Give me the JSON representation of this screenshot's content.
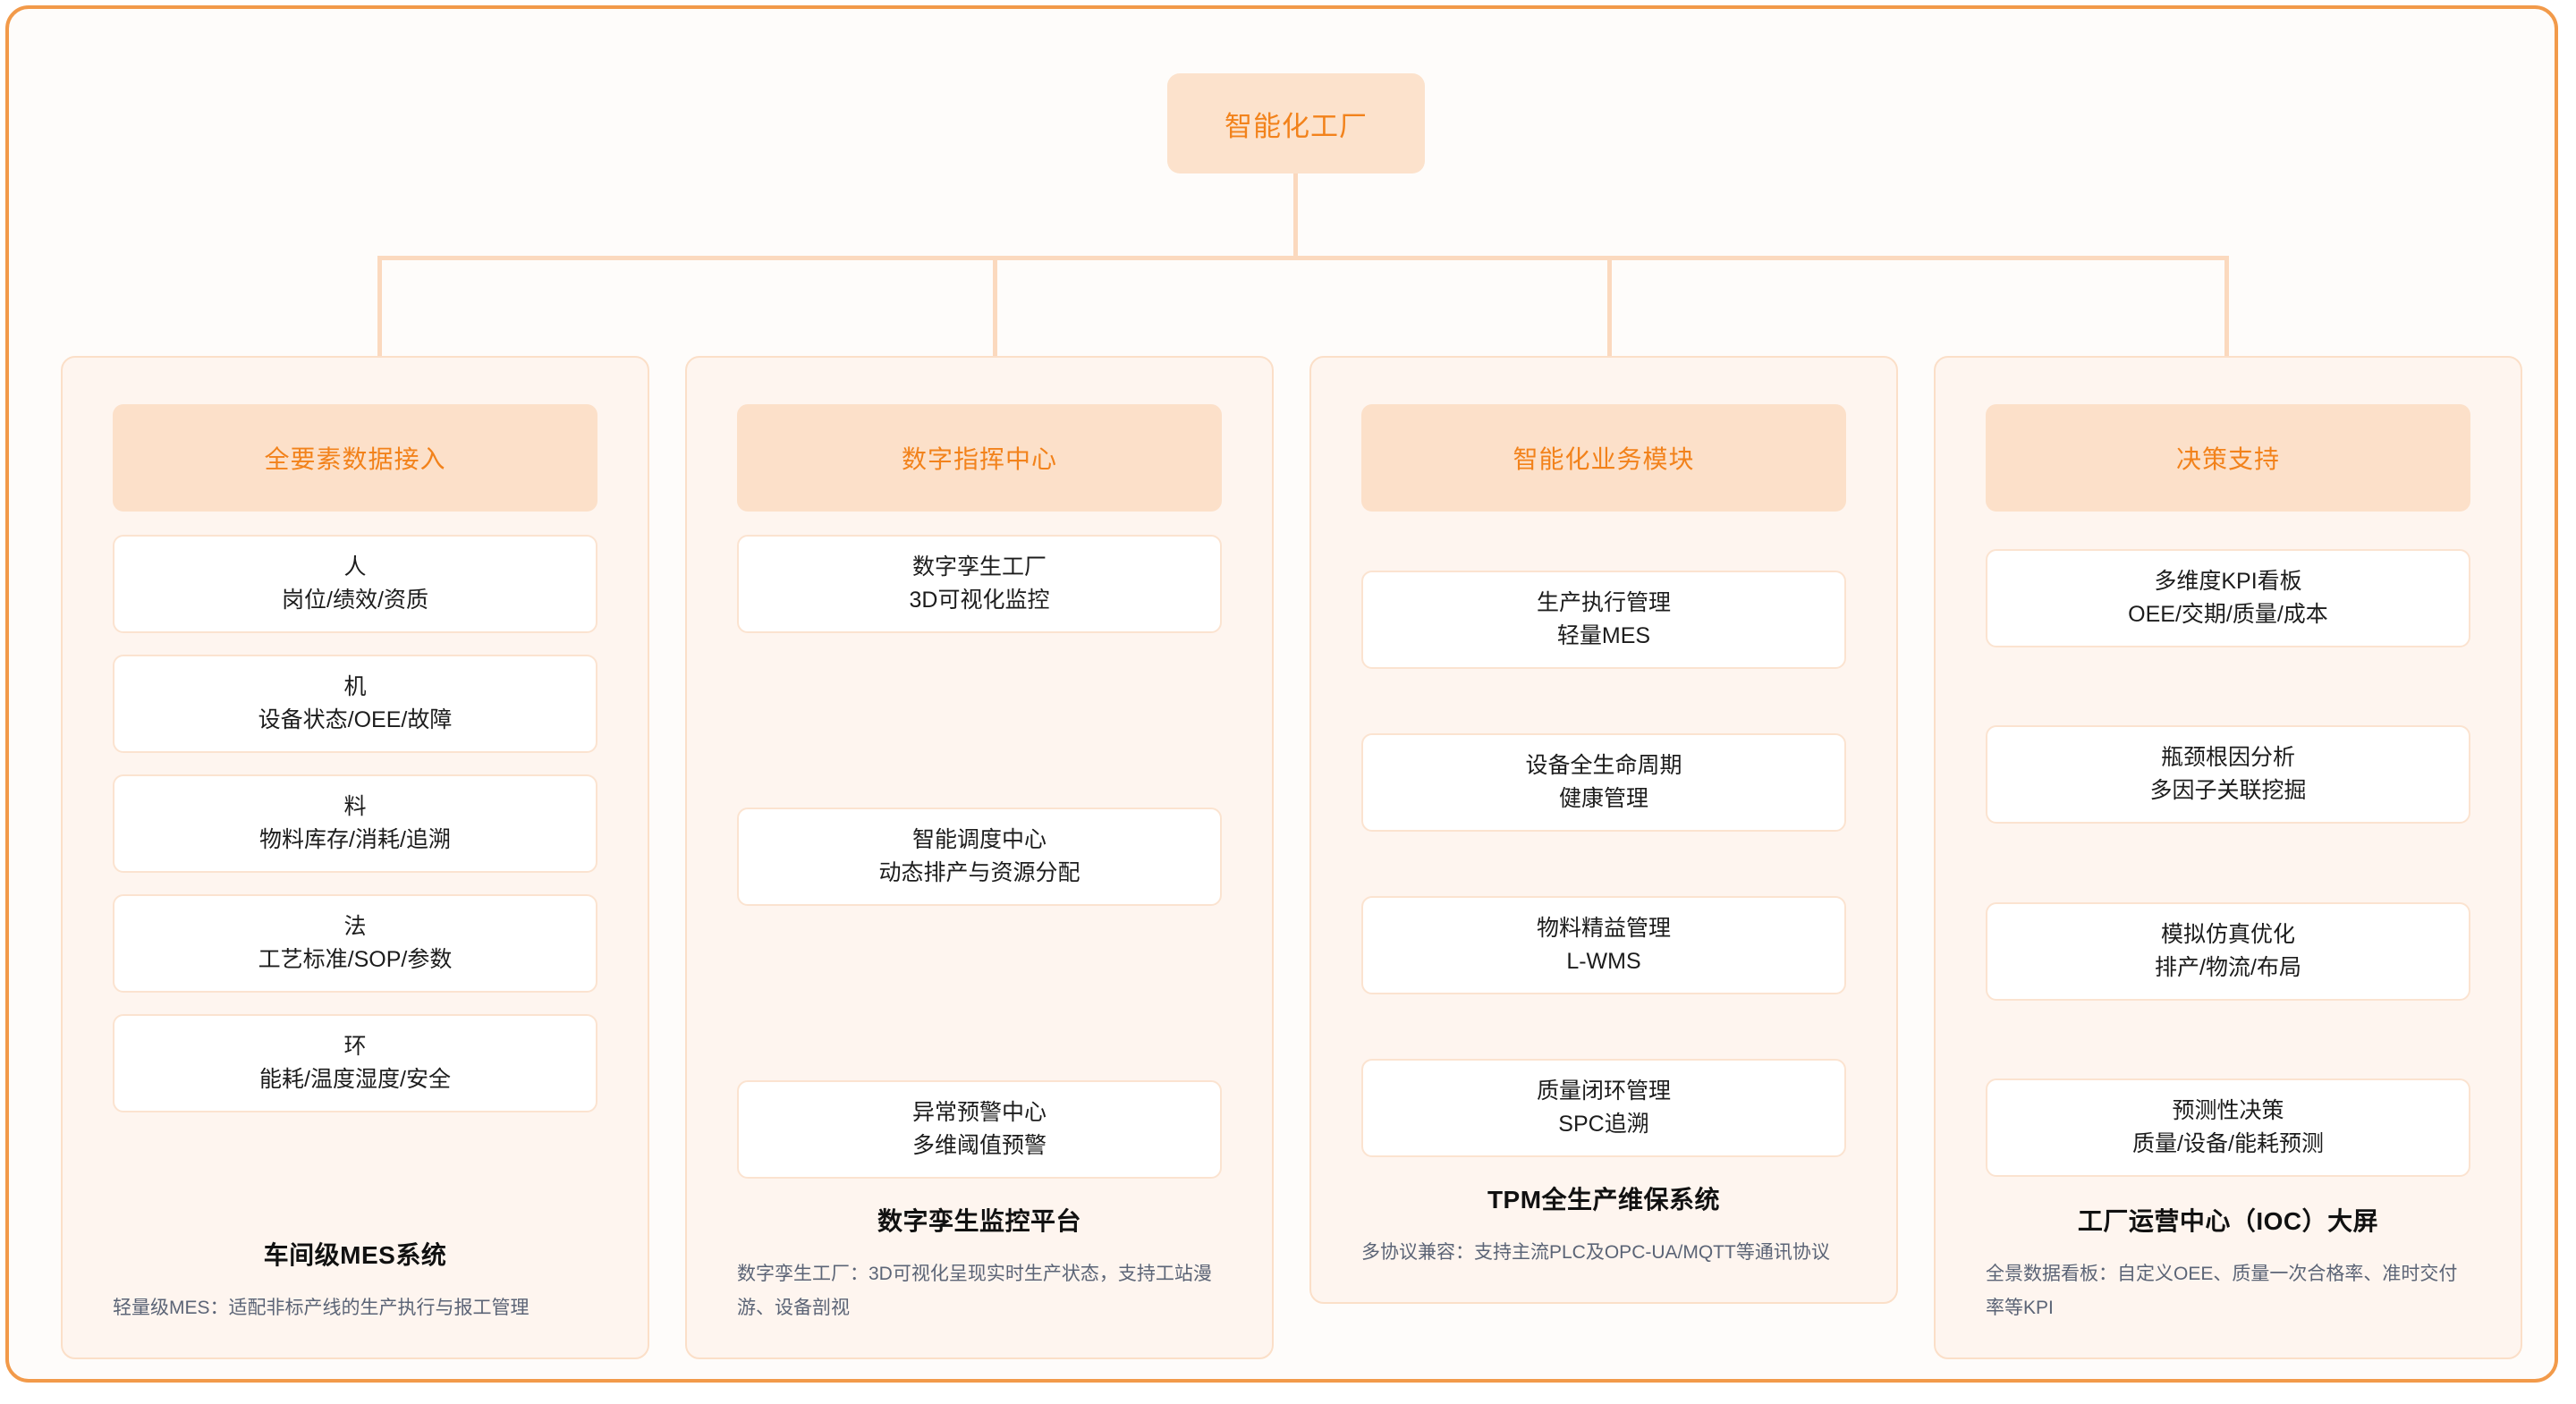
{
  "root": {
    "label": "智能化工厂"
  },
  "colors": {
    "accent": "#F2821B",
    "header_bg": "#FCE0C9",
    "panel_bg": "#FEF5EF",
    "panel_border": "#FBDFC8",
    "card_bg": "#FFFFFF",
    "card_border": "#FBE3D0",
    "connector": "#FBD9BE",
    "page_border": "#F29A4A",
    "body_text": "#1C1C1C",
    "desc_text": "#5B6476"
  },
  "columns": [
    {
      "header": "全要素数据接入",
      "items": [
        {
          "line1": "人",
          "line2": "岗位/绩效/资质"
        },
        {
          "line1": "机",
          "line2": "设备状态/OEE/故障"
        },
        {
          "line1": "料",
          "line2": "物料库存/消耗/追溯"
        },
        {
          "line1": "法",
          "line2": "工艺标准/SOP/参数"
        },
        {
          "line1": "环",
          "line2": "能耗/温度湿度/安全"
        }
      ],
      "footer_title": "车间级MES系统",
      "footer_desc": "轻量级MES：适配非标产线的生产执行与报工管理"
    },
    {
      "header": "数字指挥中心",
      "items": [
        {
          "line1": "数字孪生工厂",
          "line2": "3D可视化监控"
        },
        {
          "line1": "智能调度中心",
          "line2": "动态排产与资源分配"
        },
        {
          "line1": "异常预警中心",
          "line2": "多维阈值预警"
        }
      ],
      "footer_title": "数字孪生监控平台",
      "footer_desc": "数字孪生工厂：3D可视化呈现实时生产状态，支持工站漫游、设备剖视"
    },
    {
      "header": "智能化业务模块",
      "items": [
        {
          "line1": "生产执行管理",
          "line2": "轻量MES"
        },
        {
          "line1": "设备全生命周期",
          "line2": "健康管理"
        },
        {
          "line1": "物料精益管理",
          "line2": "L-WMS"
        },
        {
          "line1": "质量闭环管理",
          "line2": "SPC追溯"
        }
      ],
      "footer_title": "TPM全生产维保系统",
      "footer_desc": "多协议兼容：支持主流PLC及OPC-UA/MQTT等通讯协议"
    },
    {
      "header": "决策支持",
      "items": [
        {
          "line1": "多维度KPI看板",
          "line2": "OEE/交期/质量/成本"
        },
        {
          "line1": "瓶颈根因分析",
          "line2": "多因子关联挖掘"
        },
        {
          "line1": "模拟仿真优化",
          "line2": "排产/物流/布局"
        },
        {
          "line1": "预测性决策",
          "line2": "质量/设备/能耗预测"
        }
      ],
      "footer_title": "工厂运营中心（IOC）大屏",
      "footer_desc": "全景数据看板：自定义OEE、质量一次合格率、准时交付率等KPI"
    }
  ]
}
